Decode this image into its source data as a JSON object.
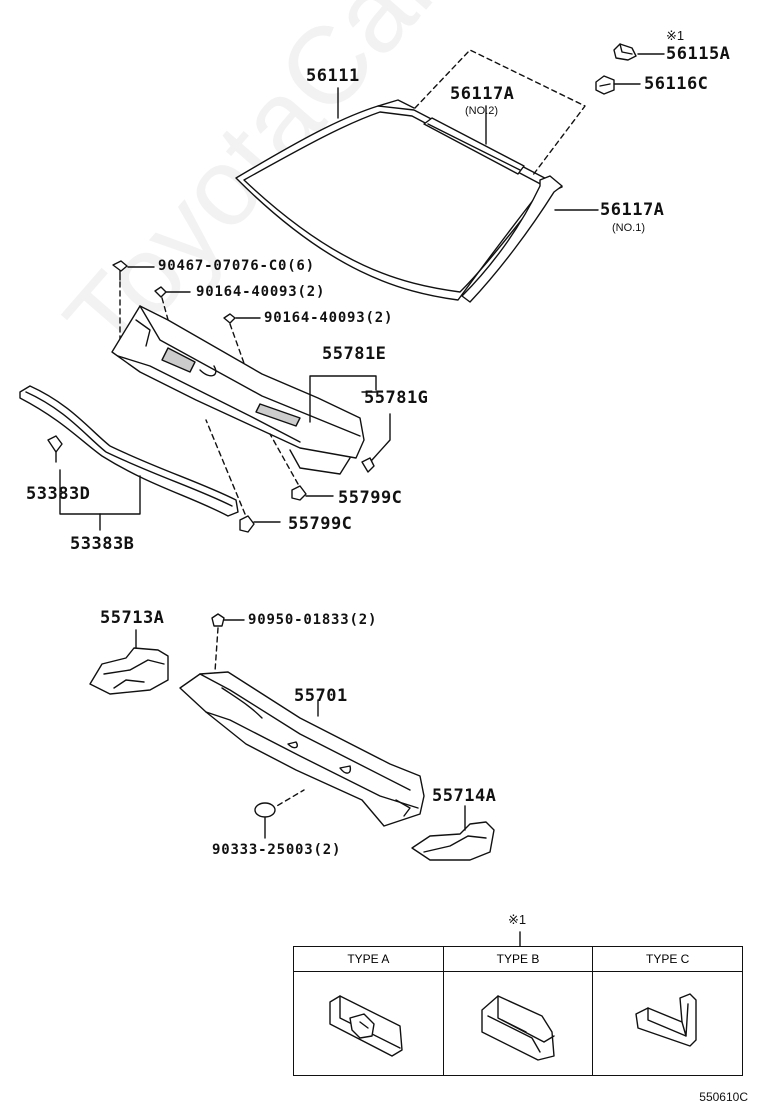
{
  "watermark": "ToyotaCarMine.ru",
  "labels": {
    "p56111": "56111",
    "p56117a_no2": "56117A",
    "no2": "(NO.2)",
    "p56115a": "56115A",
    "p56116c": "56116C",
    "note_mark": "※1",
    "p56117a_no1": "56117A",
    "no1": "(NO.1)",
    "p90467": "90467-07076-C0(6)",
    "p90164_a": "90164-40093(2)",
    "p90164_b": "90164-40093(2)",
    "p55781e": "55781E",
    "p55781g": "55781G",
    "p55799c_a": "55799C",
    "p55799c_b": "55799C",
    "p53383d": "53383D",
    "p53383b": "53383B",
    "p55713a": "55713A",
    "p90950": "90950-01833(2)",
    "p55701": "55701",
    "p55714a": "55714A",
    "p90333": "90333-25003(2)"
  },
  "type_table": {
    "mark": "※1",
    "headers": [
      "TYPE A",
      "TYPE B",
      "TYPE C"
    ]
  },
  "diagram_code": "550610C"
}
